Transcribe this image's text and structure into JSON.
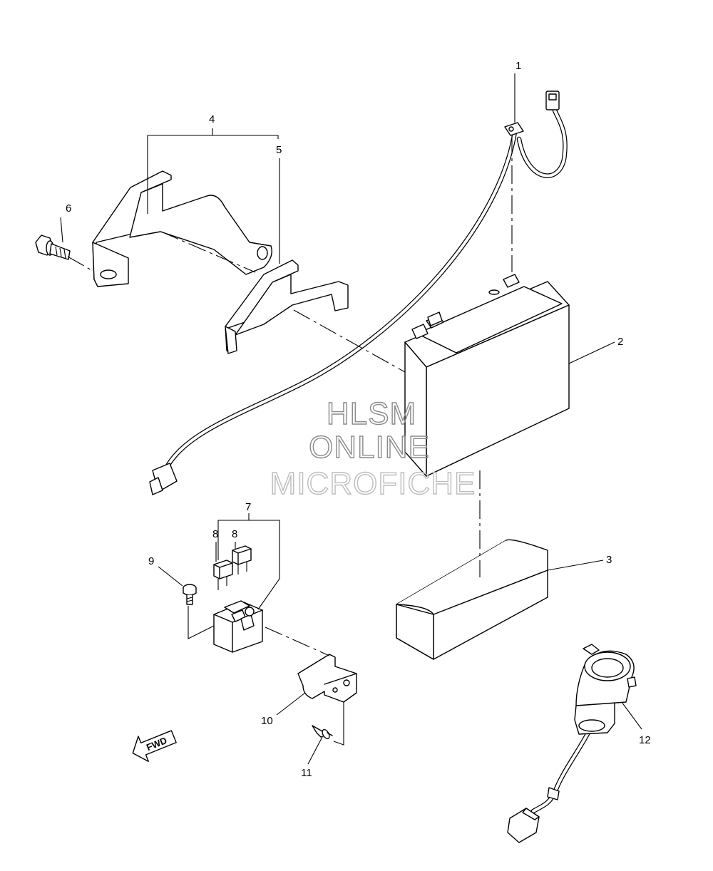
{
  "callouts": {
    "c1": "1",
    "c2": "2",
    "c3": "3",
    "c4": "4",
    "c5": "5",
    "c6": "6",
    "c7": "7",
    "c8a": "8",
    "c8b": "8",
    "c9": "9",
    "c10": "10",
    "c11": "11",
    "c12": "12"
  },
  "watermark": {
    "line1": "HLSM",
    "line2": "ONLINE",
    "line3": "MICROFICHE"
  },
  "direction": {
    "label": "FWD",
    "icon": "forward-arrow-icon"
  },
  "colors": {
    "line": "#000000",
    "background": "#ffffff",
    "watermark_dark": "#8a8a8a",
    "watermark_light": "#bdbdbd"
  }
}
